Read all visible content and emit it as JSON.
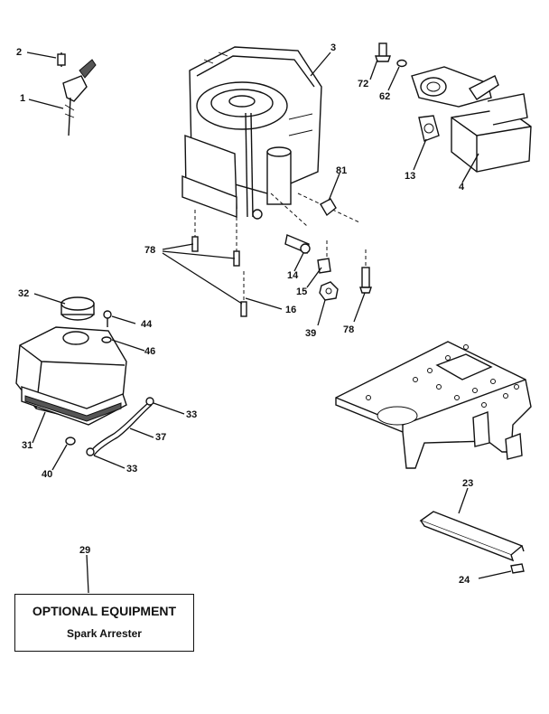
{
  "callouts": {
    "c2": "2",
    "c1": "1",
    "c3": "3",
    "c72": "72",
    "c62": "62",
    "c13": "13",
    "c4": "4",
    "c81": "81",
    "c78a": "78",
    "c14": "14",
    "c15": "15",
    "c16": "16",
    "c39": "39",
    "c78b": "78",
    "c32": "32",
    "c44": "44",
    "c46": "46",
    "c33a": "33",
    "c37": "37",
    "c31": "31",
    "c40": "40",
    "c33b": "33",
    "c23": "23",
    "c29": "29",
    "c24": "24"
  },
  "optional_equipment": {
    "title": "OPTIONAL EQUIPMENT",
    "subtitle": "Spark Arrester"
  }
}
